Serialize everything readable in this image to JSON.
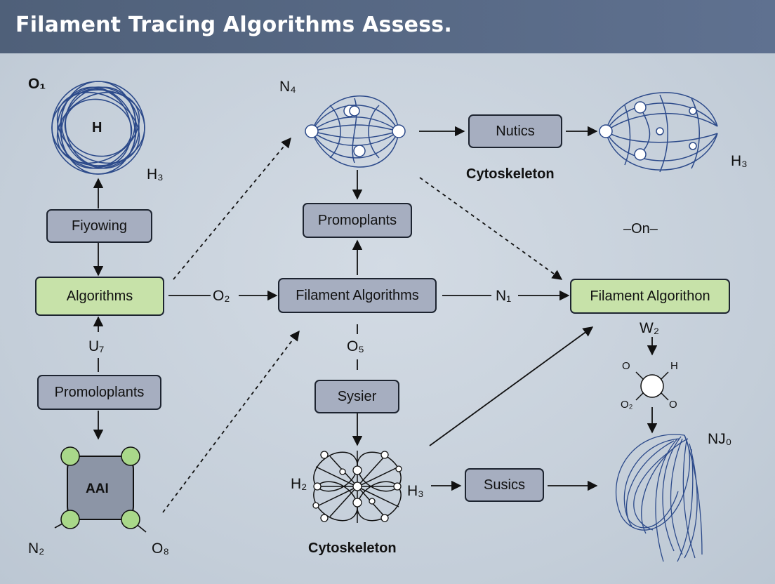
{
  "header": {
    "title": "Filament Tracing Algorithms Assess."
  },
  "boxes": {
    "fiyowing": "Fiyowing",
    "algorithms": "Algorithms",
    "promoloplants": "Promoloplants",
    "promoplants": "Promoplants",
    "filament_algorithms": "Filament Algorithms",
    "sysier": "Sysier",
    "nutics": "Nutics",
    "filament_algorithon": "Filament Algorithon",
    "susics": "Susics"
  },
  "labels": {
    "o1": "O₁",
    "h_center": "H",
    "h3_top_left": "H₃",
    "n4": "N₄",
    "cytoskeleton_top": "Cytoskeleton",
    "h3_right": "H₃",
    "on": "–On–",
    "u7": "U₇",
    "o2": "O₂",
    "n1": "N₁",
    "w2": "W₂",
    "o5": "O₅",
    "aai": "AAI",
    "n2": "N₂",
    "o8": "O₈",
    "h2": "H₂",
    "h3_bottom": "H₃",
    "cytoskeleton_bottom": "Cytoskeleton",
    "nj0": "NJ₀",
    "mol_o_top": "O",
    "mol_h": "H",
    "mol_o2": "O₂",
    "mol_o_bottom": "O"
  },
  "colors": {
    "header": "#56677f",
    "background": "#c3cdd8",
    "box_grey": "#a6aec0",
    "box_green": "#c7e2a9",
    "filament": "#2c4a8a",
    "node_green": "#a9d88a"
  }
}
